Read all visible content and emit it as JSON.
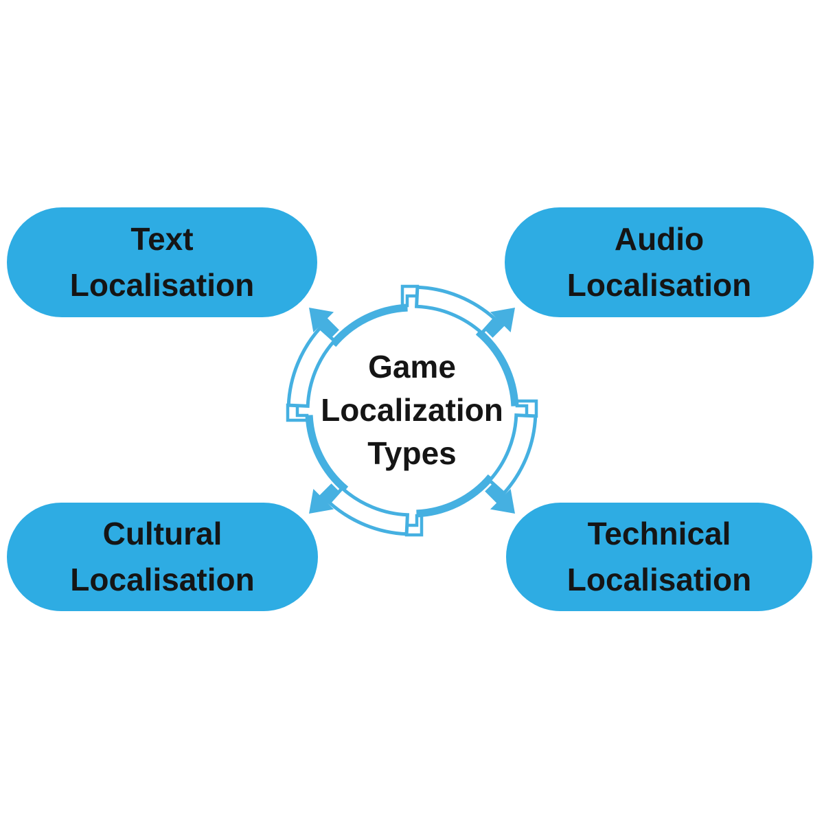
{
  "background_color": "#ffffff",
  "colors": {
    "node_fill": "#2EACE3",
    "cycle_arrow": "#45B0E1",
    "label_text": "#151515"
  },
  "center": {
    "icon": "cycle-arrows-icon",
    "title_lines": [
      "Game",
      "Localization",
      "Types"
    ]
  },
  "nodes": [
    {
      "id": "text-localisation",
      "position": "top-left",
      "lines": [
        "Text",
        "Localisation"
      ]
    },
    {
      "id": "audio-localisation",
      "position": "top-right",
      "lines": [
        "Audio",
        "Localisation"
      ]
    },
    {
      "id": "cultural-localisation",
      "position": "bottom-left",
      "lines": [
        "Cultural",
        "Localisation"
      ]
    },
    {
      "id": "technical-localisation",
      "position": "bottom-right",
      "lines": [
        "Technical",
        "Localisation"
      ]
    }
  ]
}
